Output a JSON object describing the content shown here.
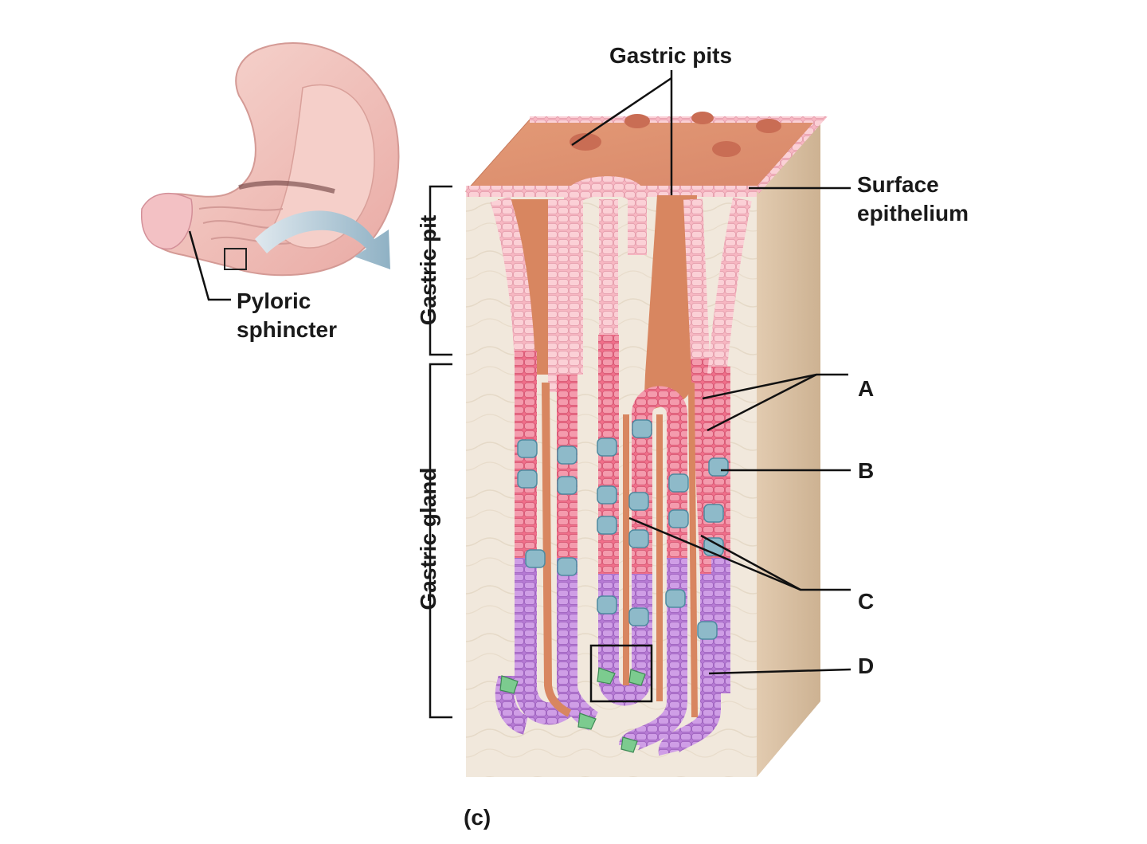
{
  "labels": {
    "gastric_pits": "Gastric pits",
    "surface_epithelium_line1": "Surface",
    "surface_epithelium_line2": "epithelium",
    "pyloric_line1": "Pyloric",
    "pyloric_line2": "sphincter",
    "gastric_pit": "Gastric pit",
    "gastric_gland": "Gastric gland",
    "a": "A",
    "b": "B",
    "c": "C",
    "d": "D",
    "panel": "(c)"
  },
  "colors": {
    "stomach": "#f3c7c0",
    "lumen": "#d9835f",
    "surface_cells": "#f2a7b3",
    "mucous_neck_cells": "#ef7f94",
    "parietal_cells": "#8fb8c7",
    "chief_cells": "#b98bd6",
    "enteroendocrine_cells": "#76c08a",
    "lamina_propria": "#efe6d8",
    "block_side": "#dcc3a5",
    "arrow": "#9bb9c8"
  }
}
